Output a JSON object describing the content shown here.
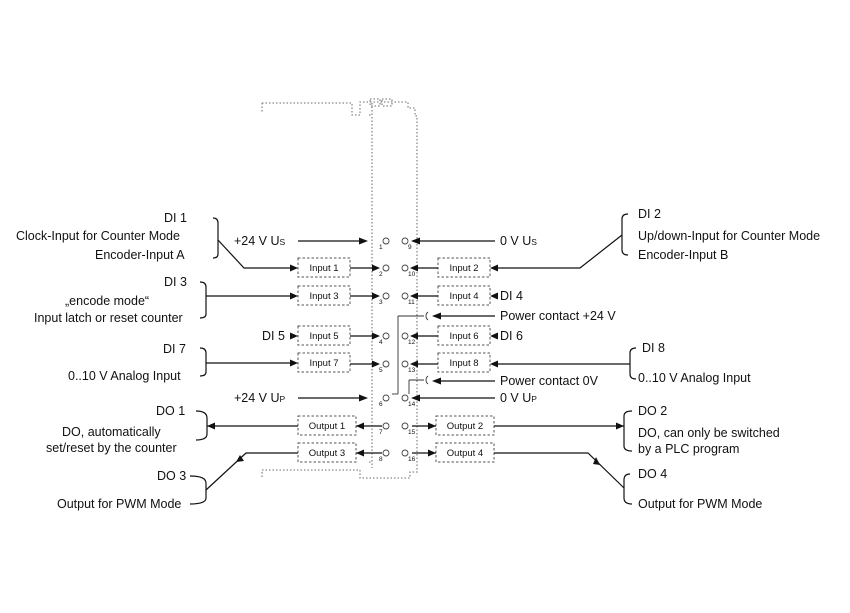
{
  "labels": {
    "di1": "DI 1",
    "di1_desc1": "Clock-Input for Counter Mode",
    "di1_desc2": "Encoder-Input A",
    "di3": "DI 3",
    "di3_desc1": "„encode mode“",
    "di3_desc2": "Input latch or reset counter",
    "di5": "DI 5",
    "di7": "DI 7",
    "di7_desc": "0..10 V Analog Input",
    "do1": "DO 1",
    "do1_desc1": "DO, automatically",
    "do1_desc2": "set/reset by the counter",
    "do3": "DO 3",
    "do3_desc": "Output for PWM Mode",
    "di2": "DI 2",
    "di2_desc1": "Up/down-Input for Counter Mode",
    "di2_desc2": "Encoder-Input B",
    "di4": "DI 4",
    "di6": "DI 6",
    "di8": "DI 8",
    "di8_desc": "0..10 V Analog Input",
    "do2": "DO 2",
    "do2_desc1": "DO, can only be switched",
    "do2_desc2": "by a PLC program",
    "do4": "DO 4",
    "do4_desc": "Output for PWM Mode",
    "us_plus_main": "+24 V U",
    "us_plus_sub": "S",
    "us_zero_main": "0 V U",
    "us_zero_sub": "S",
    "up_plus_main": "+24 V U",
    "up_plus_sub": "P",
    "up_zero_main": "0 V U",
    "up_zero_sub": "P",
    "power_contact_24": "Power contact +24 V",
    "power_contact_0": "Power contact 0V"
  },
  "boxes": {
    "input1": "Input 1",
    "input2": "Input 2",
    "input3": "Input 3",
    "input4": "Input 4",
    "input5": "Input 5",
    "input6": "Input 6",
    "input7": "Input 7",
    "input8": "Input 8",
    "output1": "Output 1",
    "output2": "Output 2",
    "output3": "Output 3",
    "output4": "Output 4"
  },
  "terminals": {
    "t1": "1",
    "t2": "2",
    "t3": "3",
    "t4": "4",
    "t5": "5",
    "t6": "6",
    "t7": "7",
    "t8": "8",
    "t9": "9",
    "t10": "10",
    "t11": "11",
    "t12": "12",
    "t13": "13",
    "t14": "14",
    "t15": "15",
    "t16": "16"
  }
}
